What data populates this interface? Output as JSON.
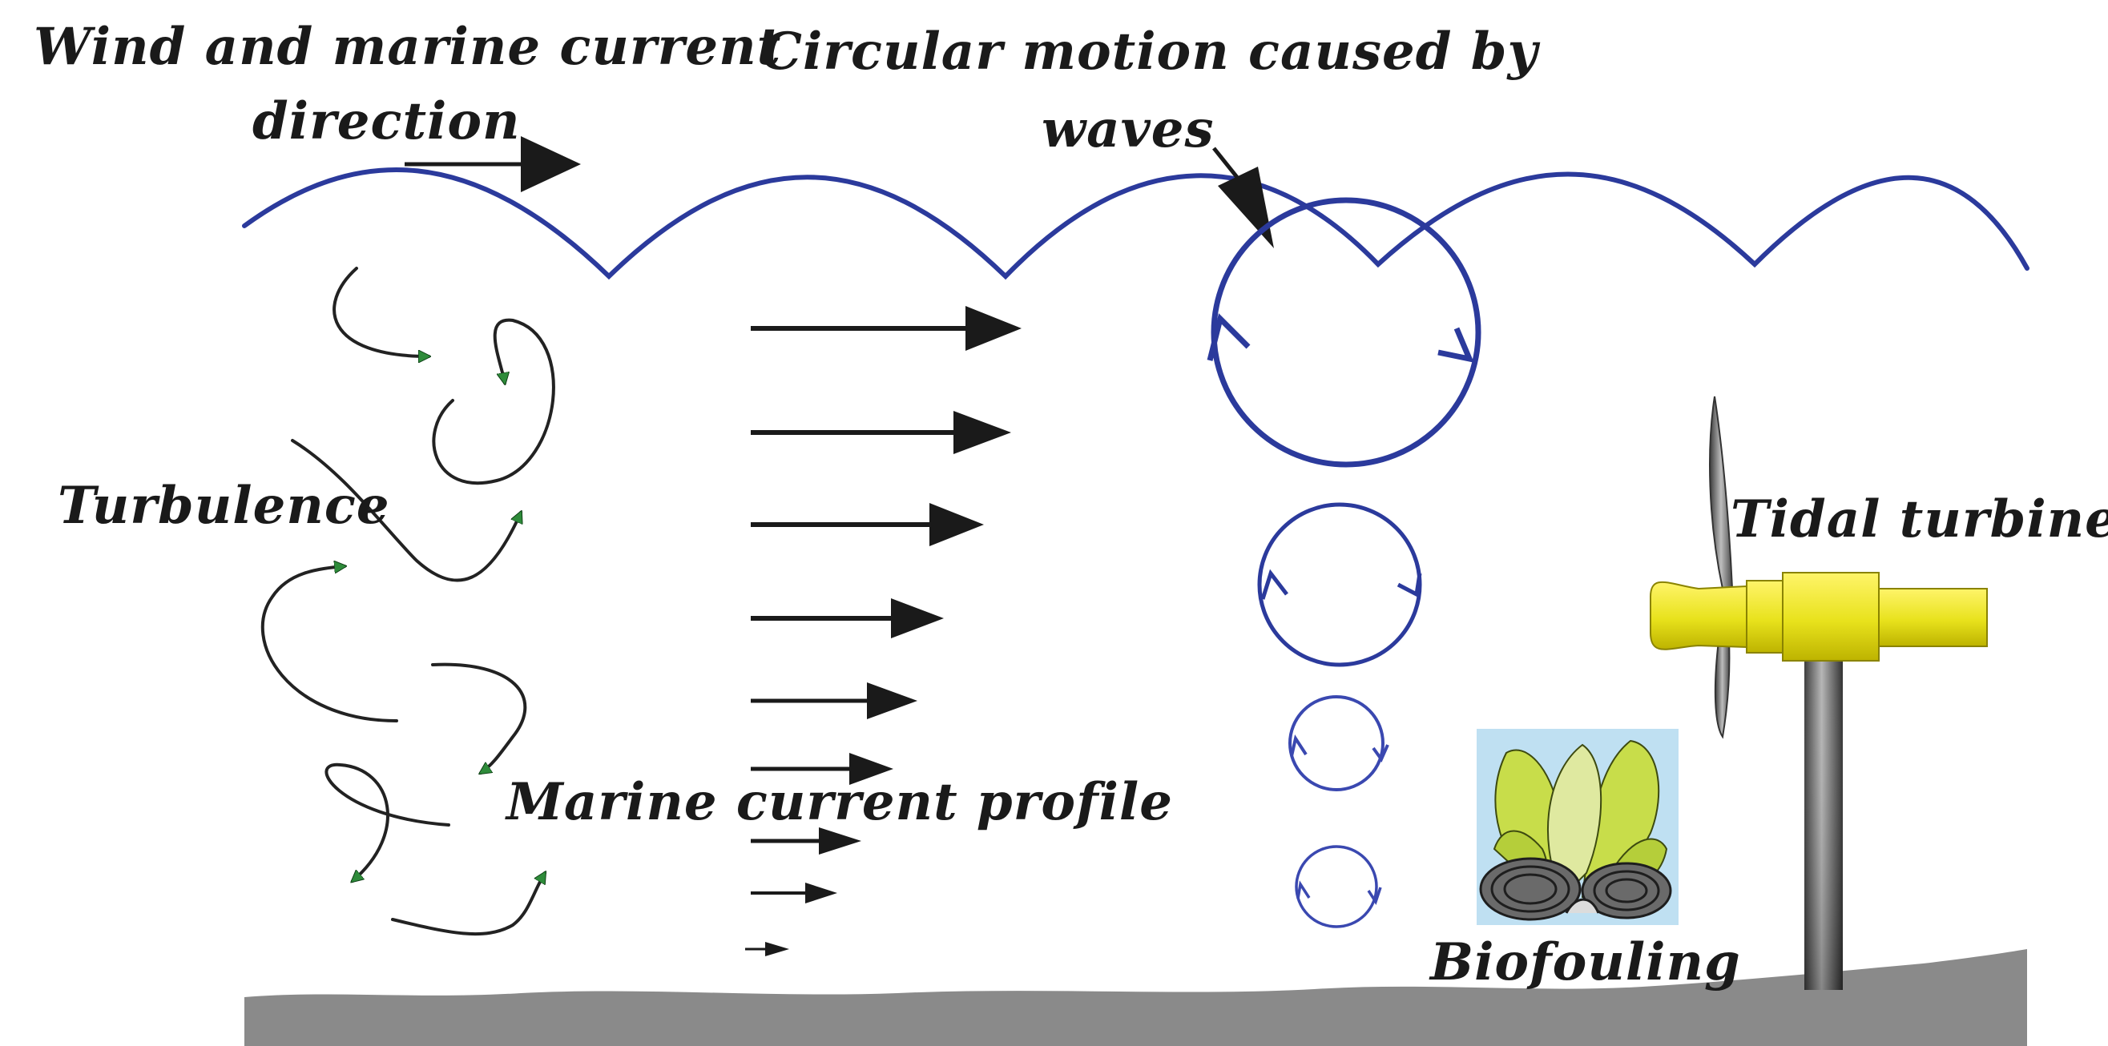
{
  "labels": {
    "wind_current_line1": "Wind and marine current",
    "wind_current_line2": "direction",
    "circular_line1": "Circular motion caused by",
    "circular_line2": "waves",
    "turbulence": "Turbulence",
    "profile": "Marine current profile",
    "turbine": "Tidal turbine",
    "biofouling": "Biofouling"
  },
  "colors": {
    "wave": "#2b3a9c",
    "arrow": "#1a1a1a",
    "turbulence_head": "#2e8b3a",
    "seabed": "#8a8a8a",
    "turbine_body": "#e6e01e",
    "tower": "#6f6f6f",
    "biofouling_bg": "#bfe0f2",
    "seaweed": "#c8dd4a"
  },
  "icons": {
    "wind_arrow": "right-arrow-icon",
    "wave_pointer": "down-right-arrow-icon",
    "turbine": "tidal-turbine-icon",
    "biofouling": "mussel-seaweed-icon"
  }
}
